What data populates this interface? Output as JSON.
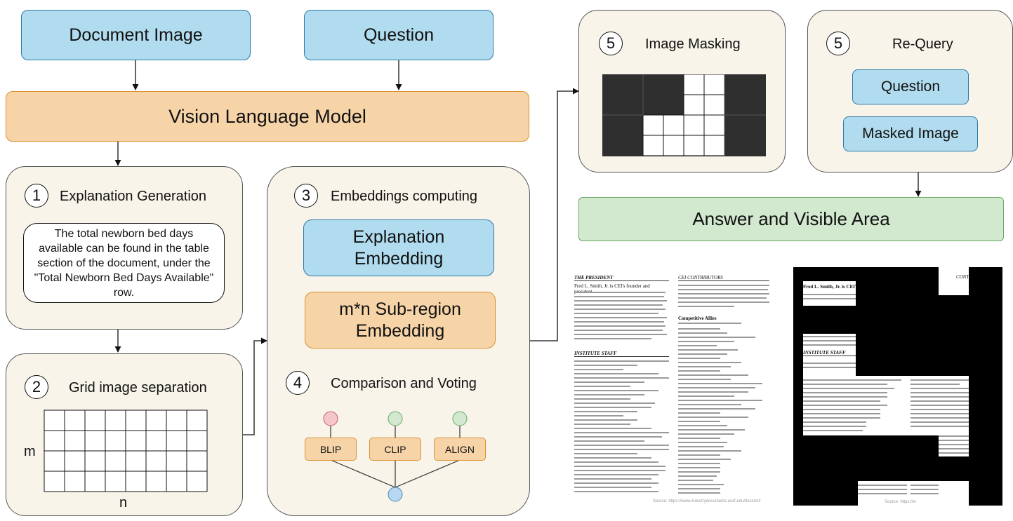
{
  "inputs": {
    "document_image": "Document Image",
    "question": "Question"
  },
  "vlm": "Vision Language Model",
  "step1": {
    "number": "1",
    "title": "Explanation Generation",
    "explanation": "The total newborn bed days available can be found in the table section of the document, under the \"Total Newborn Bed Days Available\" row."
  },
  "step2": {
    "number": "2",
    "title": "Grid image separation",
    "m": "m",
    "n": "n"
  },
  "step3": {
    "number": "3",
    "title": "Embeddings computing",
    "explanation_embedding": "Explanation Embedding",
    "subregion_embedding": "m*n Sub-region Embedding"
  },
  "step4": {
    "number": "4",
    "title": "Comparison and Voting",
    "models": [
      "BLIP",
      "CLIP",
      "ALIGN"
    ]
  },
  "step5a": {
    "number": "5",
    "title": "Image Masking"
  },
  "step5b": {
    "number": "5",
    "title": "Re-Query",
    "question": "Question",
    "masked_image": "Masked Image"
  },
  "output": "Answer and Visible Area",
  "doc_left": {
    "heading_left": "THE PRESIDENT",
    "heading_right": "CEI CONTRIBUTORS",
    "staff_heading": "INSTITUTE STAFF",
    "allies_heading": "Competitive Allies",
    "lead": "Fred L. Smith, Jr. is CEI's founder and president.",
    "source": "Source: https://www.industrydocuments.ucsf.edu/docs/nnl"
  },
  "doc_right": {
    "heading_right": "CONTRIBUTORS",
    "staff_heading": "INSTITUTE STAFF",
    "lead": "Fred L. Smith, Jr. is CEI's",
    "source": "Source: https://w"
  },
  "colors": {
    "blue": "#b1dcef",
    "orange": "#f7d4a8",
    "green": "#d2e8cf",
    "cream": "#f8f4ea",
    "vote_red": "#f5c6c9",
    "vote_green": "#d2e8cf",
    "vote_blue": "#b8d8f2"
  }
}
